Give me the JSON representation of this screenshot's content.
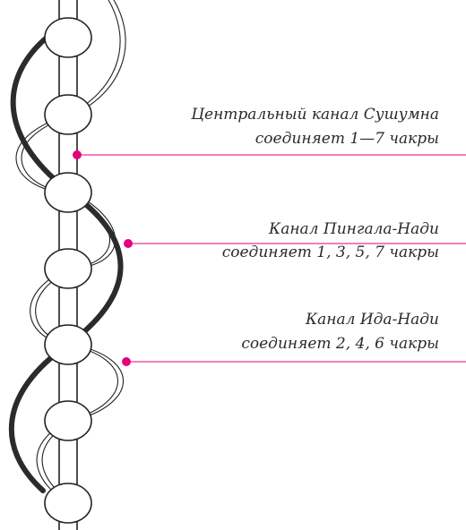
{
  "accent_color": "#e6007e",
  "line_color": "#222222",
  "annotations": [
    {
      "id": "sushumna",
      "line1": "Центральный канал Сушумна",
      "line2": "соединяет 1—7 чакры"
    },
    {
      "id": "pingala",
      "line1": "Канал Пингала-Нади",
      "line2": "соединяет 1, 3, 5, 7 чакры"
    },
    {
      "id": "ida",
      "line1": "Канал Ида-Нади",
      "line2": "соединяет 2, 4, 6 чакры"
    }
  ]
}
